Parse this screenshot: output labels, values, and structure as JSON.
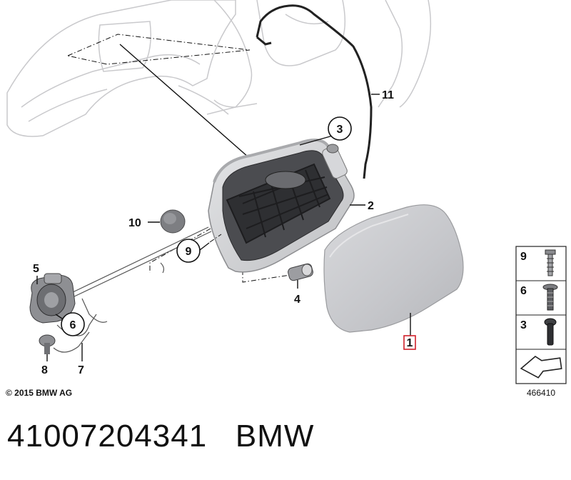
{
  "callouts": {
    "c1": "1",
    "c2": "2",
    "c3": "3",
    "c4": "4",
    "c5": "5",
    "c6": "6",
    "c7": "7",
    "c8": "8",
    "c9": "9",
    "c10": "10",
    "c11": "11"
  },
  "fastener_panel": {
    "items": [
      "9",
      "6",
      "3"
    ],
    "drawing_number": "466410"
  },
  "copyright": "© 2015 BMW AG",
  "footer": {
    "part_number": "41007204341",
    "brand": "BMW"
  },
  "colors": {
    "highlight_box": "#d0202a",
    "text": "#111111",
    "body_outline": "#c9c9cc",
    "flap_fill": "#c9cace"
  }
}
